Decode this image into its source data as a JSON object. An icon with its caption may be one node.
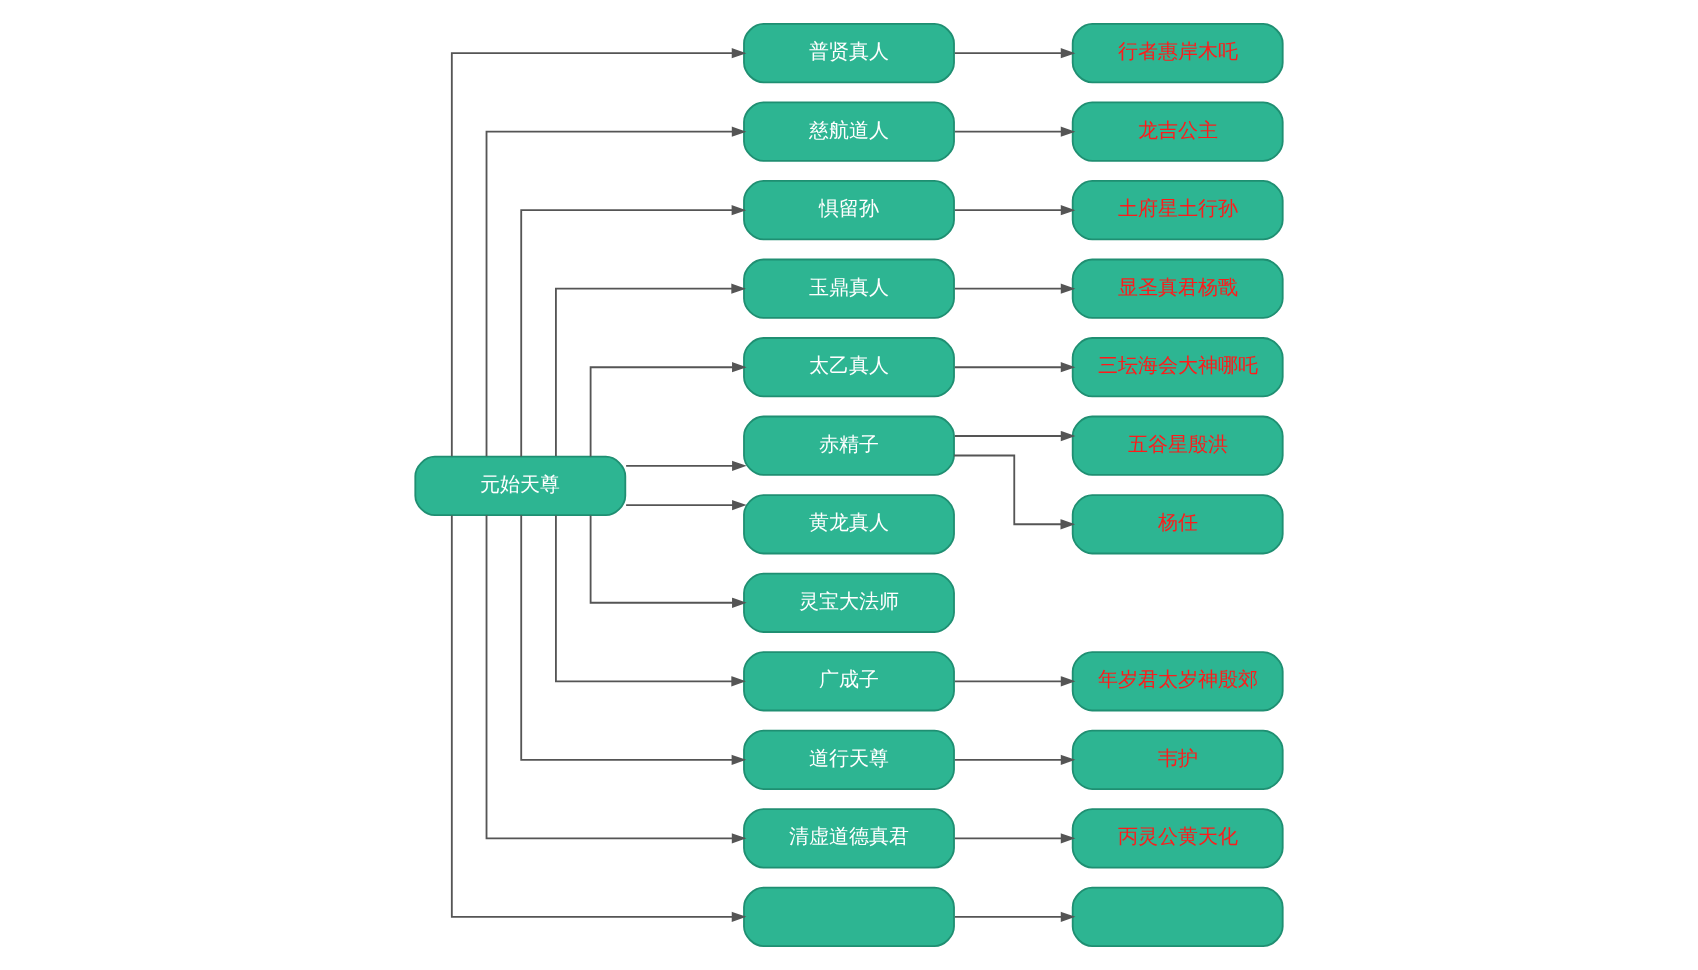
{
  "diagram": {
    "nodes": [
      {
        "text": [
          "元始天尊"
        ]
      },
      {
        "text": [
          "普贤真人"
        ]
      },
      {
        "text": [
          "行者惠岸木吒"
        ]
      },
      {
        "text": [
          "慈航道人"
        ]
      },
      {
        "text": [
          "龙吉公主"
        ]
      },
      {
        "text": [
          "惧留孙"
        ]
      },
      {
        "text": [
          "土府星土行孙"
        ]
      },
      {
        "text": [
          "玉鼎真人"
        ]
      },
      {
        "text": [
          "显圣真君杨戬"
        ]
      },
      {
        "text": [
          "太乙真人"
        ]
      },
      {
        "text": [
          "三坛海会大神哪吒"
        ]
      },
      {
        "text": [
          "赤精子"
        ]
      },
      {
        "text": [
          "五谷星殷洪"
        ]
      },
      {
        "text": [
          "杨任"
        ]
      },
      {
        "text": [
          "黄龙真人"
        ]
      },
      {
        "text": [
          "灵宝大法师"
        ]
      },
      {
        "text": [
          "广成子"
        ]
      },
      {
        "text": [
          "年岁君太岁神殷郊"
        ]
      },
      {
        "text": [
          "道行天尊"
        ]
      },
      {
        "text": [
          "韦护"
        ]
      },
      {
        "text": [
          "清虚道德真君"
        ]
      },
      {
        "text": [
          "丙灵公黄天化"
        ]
      },
      {
        "text": [],
        "shape": "box"
      },
      {
        "text": [],
        "shape": "box"
      }
    ],
    "edges": [
      {
        "from": 0,
        "to": 1,
        "arrow": "to"
      },
      {
        "from": 0,
        "to": 3,
        "arrow": "to"
      },
      {
        "from": 0,
        "to": 5,
        "arrow": "to"
      },
      {
        "from": 0,
        "to": 7,
        "arrow": "to"
      },
      {
        "from": 0,
        "to": 9,
        "arrow": "to"
      },
      {
        "from": 0,
        "to": 11,
        "arrow": "to"
      },
      {
        "from": 0,
        "to": 14,
        "arrow": "to"
      },
      {
        "from": 0,
        "to": 15,
        "arrow": "to"
      },
      {
        "from": 0,
        "to": 16,
        "arrow": "to"
      },
      {
        "from": 0,
        "to": 18,
        "arrow": "to"
      },
      {
        "from": 0,
        "to": 20,
        "arrow": "to"
      },
      {
        "from": 0,
        "to": 22,
        "arrow": "to"
      },
      {
        "from": 1,
        "to": 2,
        "arrow": "to"
      },
      {
        "from": 3,
        "to": 4,
        "arrow": "to"
      },
      {
        "from": 5,
        "to": 6,
        "arrow": "to"
      },
      {
        "from": 7,
        "to": 8,
        "arrow": "to"
      },
      {
        "from": 9,
        "to": 10,
        "arrow": "to"
      },
      {
        "from": 11,
        "to": 12,
        "arrow": "to"
      },
      {
        "from": 11,
        "to": 13,
        "arrow": "to"
      },
      {
        "from": 16,
        "to": 17,
        "arrow": "to"
      },
      {
        "from": 18,
        "to": 19,
        "arrow": "to"
      },
      {
        "from": 20,
        "to": 21,
        "arrow": "to"
      },
      {
        "from": 22,
        "to": 23,
        "arrow": "to"
      }
    ]
  }
}
